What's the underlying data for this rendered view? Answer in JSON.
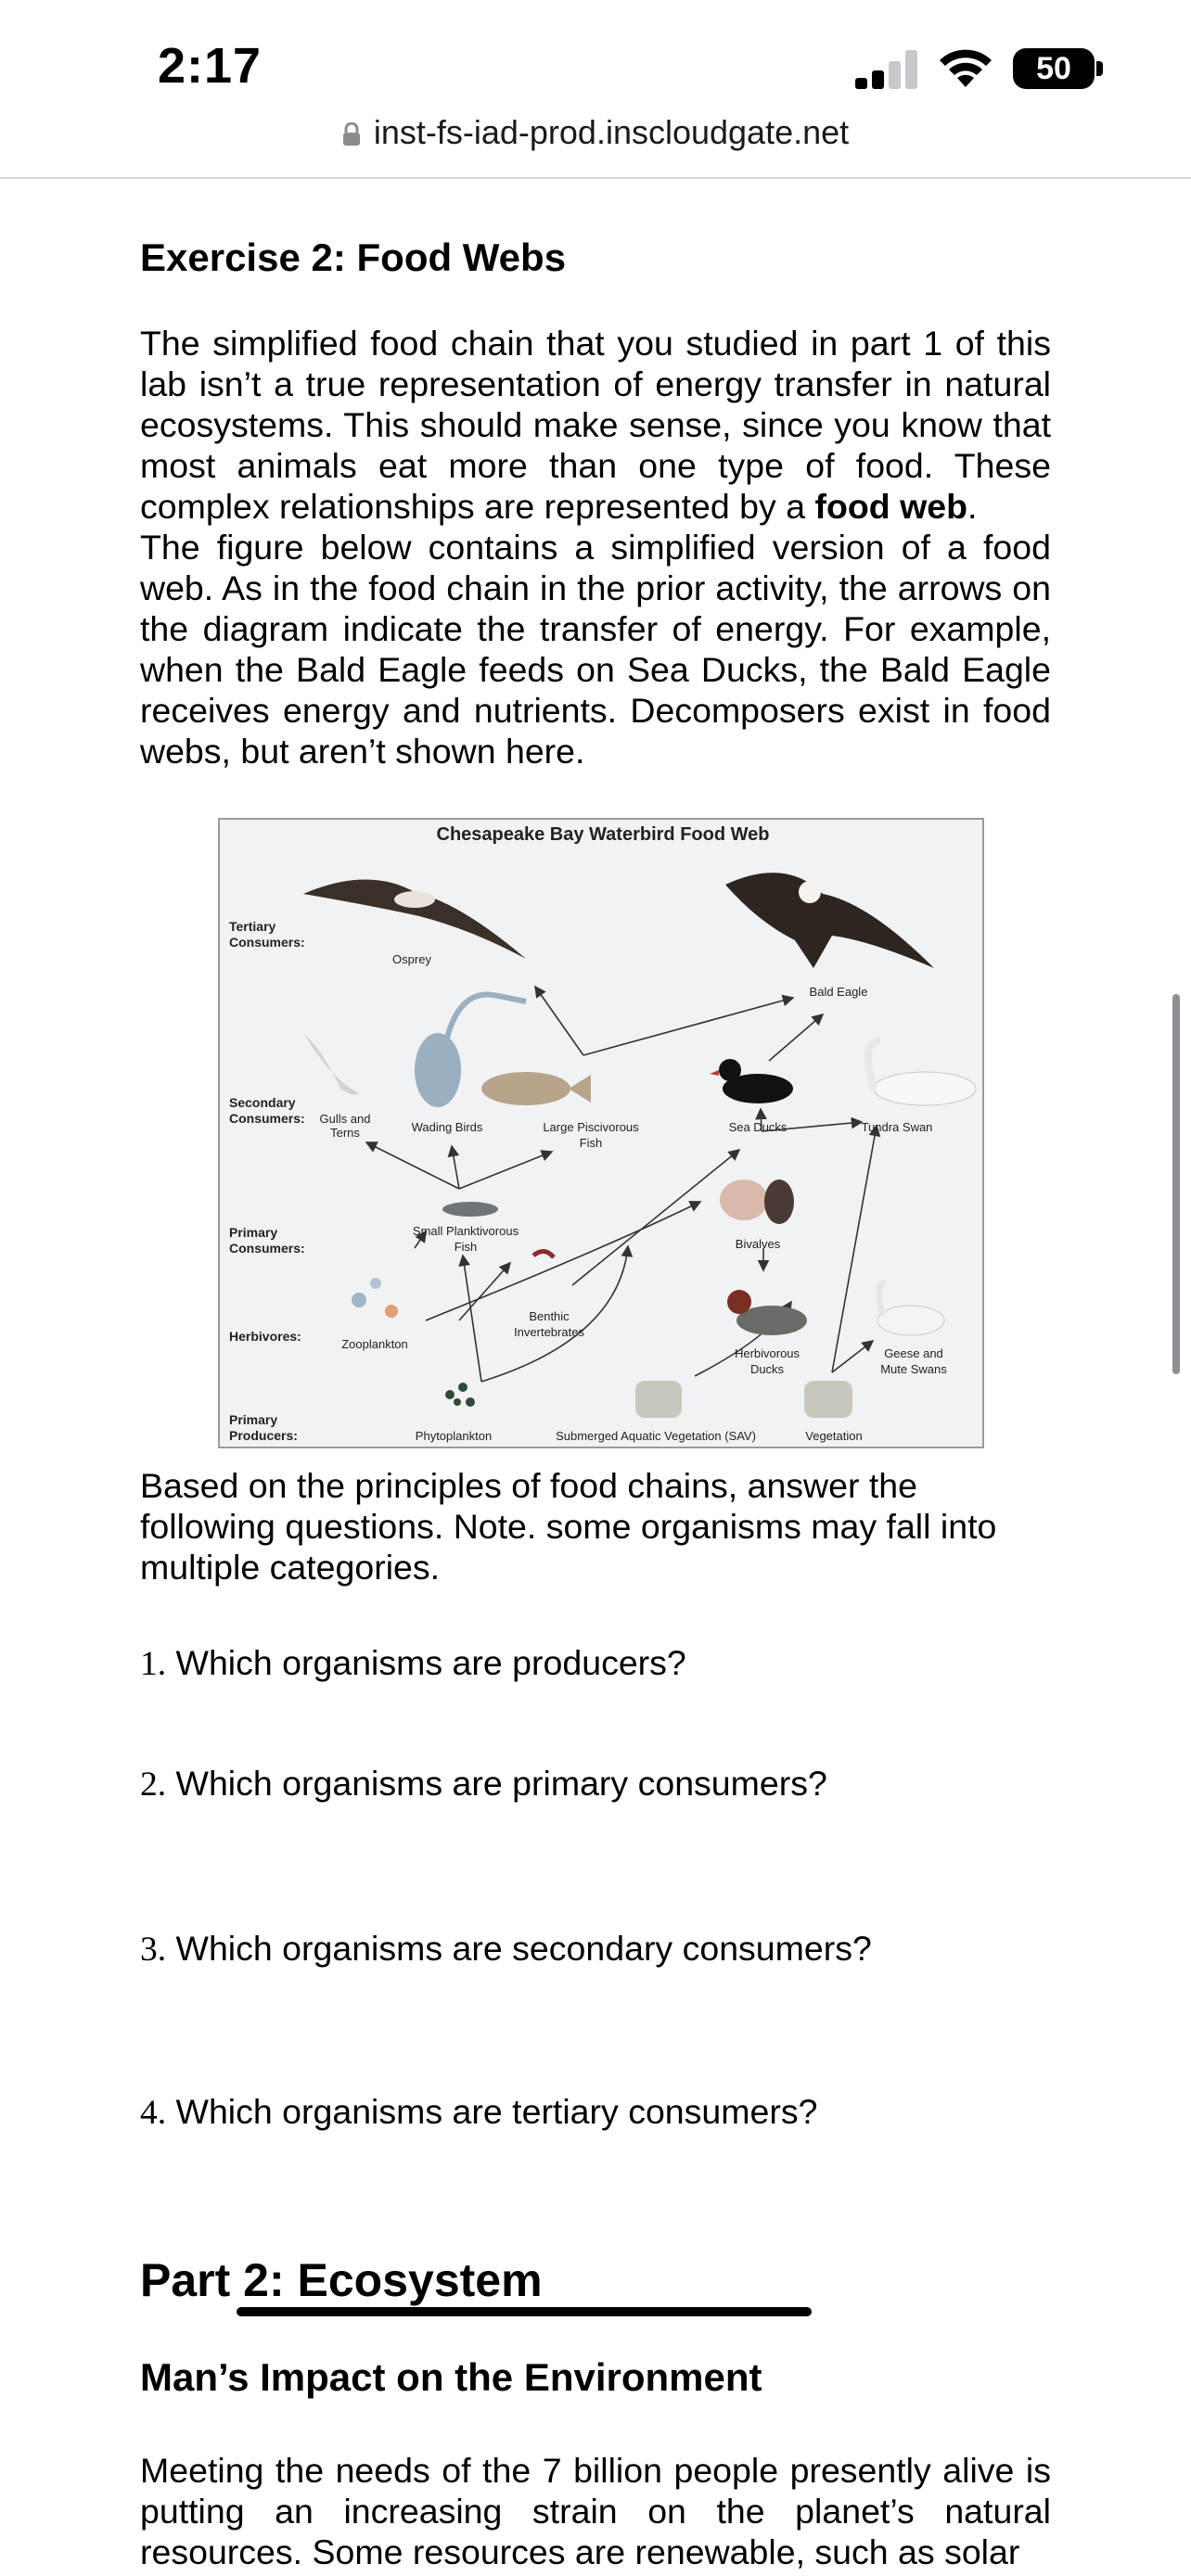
{
  "status_bar": {
    "time": "2:17",
    "battery": "50"
  },
  "browser": {
    "url": "inst-fs-iad-prod.inscloudgate.net"
  },
  "exercise": {
    "title": "Exercise 2:  Food Webs",
    "para1_a": "The simplified food chain that you studied in part 1 of this lab isn’t a true representation of energy transfer in natural ecosystems.  This should make sense, since you know that most animals eat more than one type of food.  These complex relationships are represented by a ",
    "para1_bold": "food web",
    "para1_end": ".",
    "para2": "The figure below contains a simplified version of a food web.  As in the food chain in the prior activity, the arrows on the diagram indicate the transfer of energy.   For example, when the Bald Eagle feeds on Sea Ducks, the Bald Eagle receives energy and nutrients.  Decomposers exist in food webs, but aren’t shown here."
  },
  "figure": {
    "title": "Chesapeake Bay Waterbird Food Web",
    "levels": {
      "tertiary_1": "Tertiary",
      "tertiary_2": "Consumers:",
      "secondary_1": "Secondary",
      "secondary_2": "Consumers:",
      "primary_1": "Primary",
      "primary_2": "Consumers:",
      "herbivores": "Herbivores:",
      "producers_1": "Primary",
      "producers_2": "Producers:"
    },
    "organisms": {
      "osprey": "Osprey",
      "bald_eagle": "Bald Eagle",
      "gulls_1": "Gulls and",
      "gulls_2": "Terns",
      "wading_birds": "Wading Birds",
      "piscivorous_1": "Large Piscivorous",
      "piscivorous_2": "Fish",
      "sea_ducks": "Sea Ducks",
      "tundra_swan": "Tundra Swan",
      "planktivorous_1": "Small Planktivorous",
      "planktivorous_2": "Fish",
      "bivalves": "Bivalves",
      "benthic_1": "Benthic",
      "benthic_2": "Invertebrates",
      "zooplankton": "Zooplankton",
      "herbivorous_ducks_1": "Herbivorous",
      "herbivorous_ducks_2": "Ducks",
      "geese_1": "Geese and",
      "geese_2": "Mute Swans",
      "phytoplankton": "Phytoplankton",
      "sav": "Submerged Aquatic Vegetation (SAV)",
      "vegetation": "Vegetation"
    }
  },
  "questions_intro": "Based on the principles of food chains, answer the following questions. Note. some organisms may fall into multiple categories.",
  "questions": [
    {
      "num": "1.",
      "text": " Which organisms are producers?"
    },
    {
      "num": "2.",
      "text": " Which organisms are primary consumers?"
    },
    {
      "num": "3.",
      "text": " Which organisms are secondary consumers?"
    },
    {
      "num": "4.",
      "text": " Which organisms are tertiary consumers?"
    }
  ],
  "part2": {
    "title": "Part 2: Ecosystem",
    "subtitle": "Man’s Impact on the Environment",
    "para": "Meeting the needs of the 7 billion people presently alive is putting an increasing strain on the planet’s natural resources.  Some resources are renewable, such as solar"
  },
  "colors": {
    "scroll_indicator": "#8e8e93",
    "divider": "#d9d9d9"
  }
}
